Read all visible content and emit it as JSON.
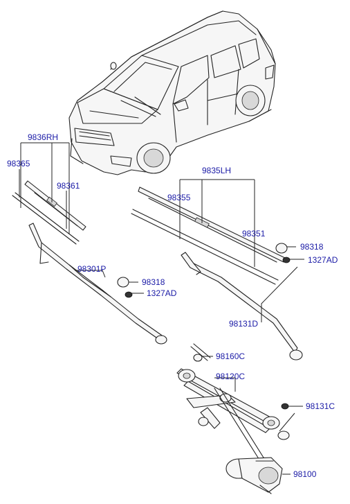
{
  "colors": {
    "label": "#1a1aa6",
    "line": "#222222",
    "background": "#ffffff"
  },
  "labels": {
    "p9836rh": "9836RH",
    "p98365": "98365",
    "p98361": "98361",
    "p9835lh": "9835LH",
    "p98355": "98355",
    "p98351": "98351",
    "p98318_right": "98318",
    "p1327ad_right": "1327AD",
    "p98301p": "98301P",
    "p98318_left": "98318",
    "p1327ad_left": "1327AD",
    "p98131d": "98131D",
    "p98160c": "98160C",
    "p98120c": "98120C",
    "p98131c": "98131C",
    "p98100": "98100"
  },
  "icons": [
    "vehicle-illustration",
    "wiper-blade",
    "wiper-arm",
    "linkage",
    "wiper-motor",
    "cap",
    "nut"
  ]
}
